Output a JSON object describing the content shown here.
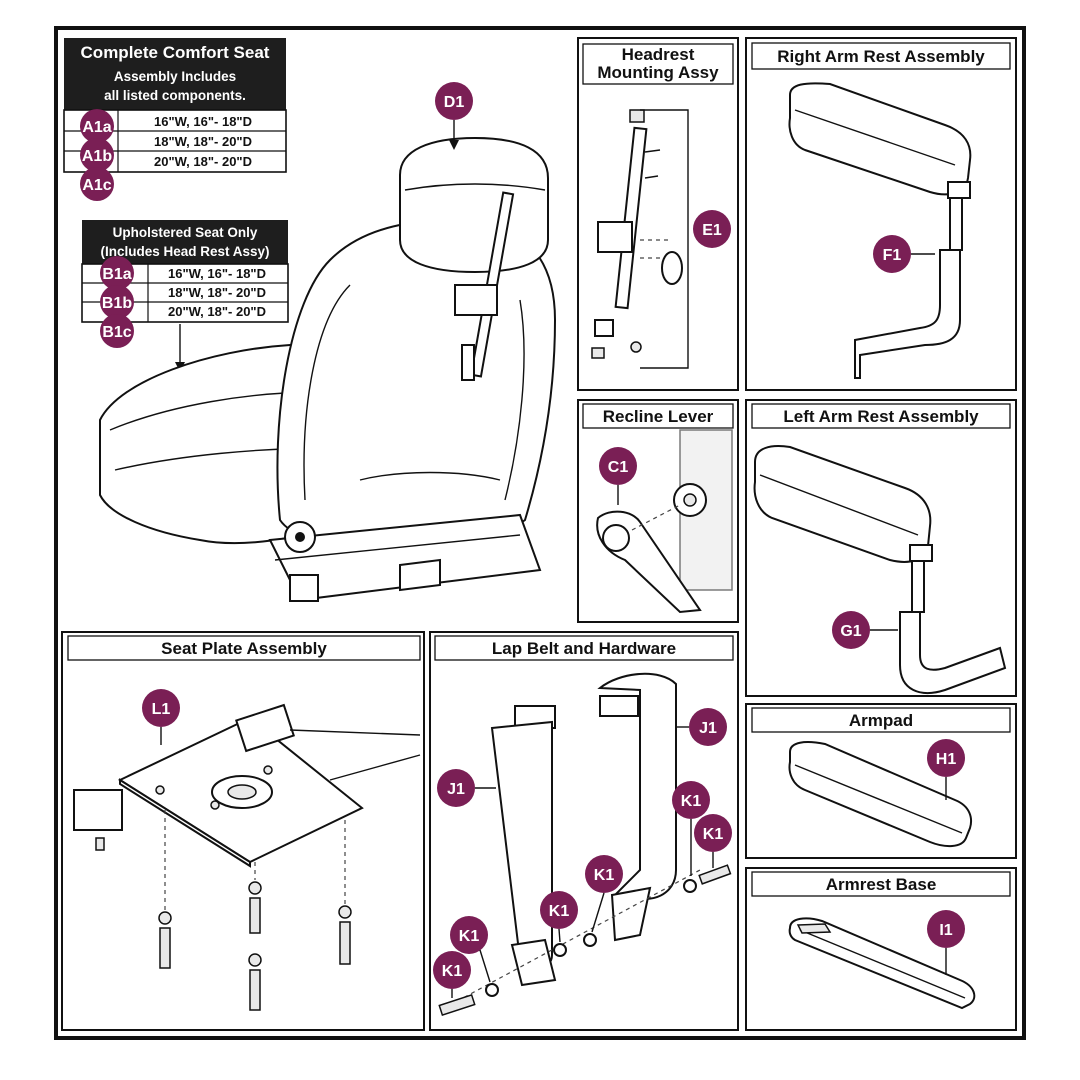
{
  "colors": {
    "callout": "#7a1f55",
    "frame": "#111111",
    "table_header": "#1e1e1e"
  },
  "complete_seat": {
    "title": "Complete Comfort Seat",
    "subtitle_1": "Assembly Includes",
    "subtitle_2": "all listed components.",
    "rows": [
      {
        "code": "A1a",
        "size": "16\"W, 16\"- 18\"D"
      },
      {
        "code": "A1b",
        "size": "18\"W, 18\"- 20\"D"
      },
      {
        "code": "A1c",
        "size": "20\"W, 18\"- 20\"D"
      }
    ]
  },
  "upholstered_seat": {
    "title_1": "Upholstered Seat Only",
    "title_2": "(Includes Head Rest Assy)",
    "rows": [
      {
        "code": "B1a",
        "size": "16\"W, 16\"- 18\"D"
      },
      {
        "code": "B1b",
        "size": "18\"W, 18\"- 20\"D"
      },
      {
        "code": "B1c",
        "size": "20\"W, 18\"- 20\"D"
      }
    ]
  },
  "panels": {
    "headrest_line1": "Headrest",
    "headrest_line2": "Mounting Assy",
    "right_arm": "Right Arm Rest Assembly",
    "recline": "Recline Lever",
    "left_arm": "Left Arm Rest Assembly",
    "seat_plate": "Seat Plate Assembly",
    "lap_belt": "Lap Belt and Hardware",
    "armpad": "Armpad",
    "armrest_base": "Armrest Base"
  },
  "callouts": {
    "d1": "D1",
    "e1": "E1",
    "f1": "F1",
    "c1": "C1",
    "g1": "G1",
    "l1": "L1",
    "j1": "J1",
    "k1": "K1",
    "h1": "H1",
    "i1": "I1"
  }
}
